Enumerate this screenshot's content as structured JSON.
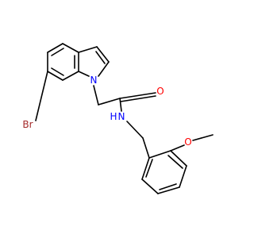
{
  "molecule": {
    "atoms": {
      "bromine": {
        "text": "Br",
        "color": "#a52a2a"
      },
      "indole_nitrogen": {
        "text": "N",
        "color": "#0000ff"
      },
      "carbonyl_oxygen": {
        "text": "O",
        "color": "#ff0000"
      },
      "amide_nh": {
        "text": "N",
        "color": "#0000ff"
      },
      "amide_h": {
        "text": "H",
        "color": "#0000ff"
      },
      "methoxy_oxygen": {
        "text": "O",
        "color": "#ff0000"
      }
    },
    "bond_color": "#000000"
  }
}
